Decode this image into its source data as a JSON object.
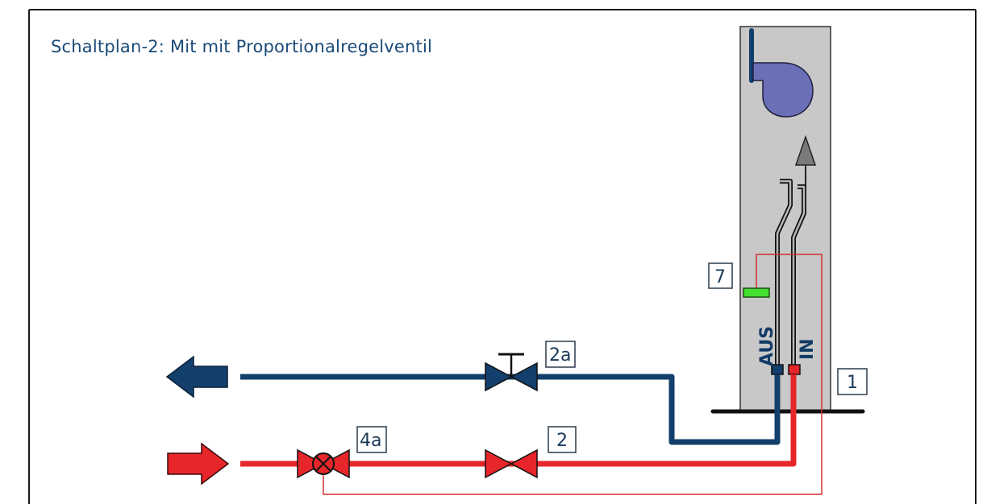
{
  "title": "Schaltplan-2: Mit mit Proportionalregelventil",
  "labels": {
    "valve_2a": "2a",
    "valve_2": "2",
    "valve_4a": "4a",
    "sensor_7": "7",
    "unit_1": "1"
  },
  "ports": {
    "outlet": "AUS",
    "inlet": "IN"
  },
  "colors": {
    "return_line": "#123f6b",
    "supply_line": "#e6262a",
    "sensor": "#44e030",
    "unit_body": "#c8c8c8",
    "fan": "#6a6fb8",
    "title_text": "#1a4a78"
  }
}
